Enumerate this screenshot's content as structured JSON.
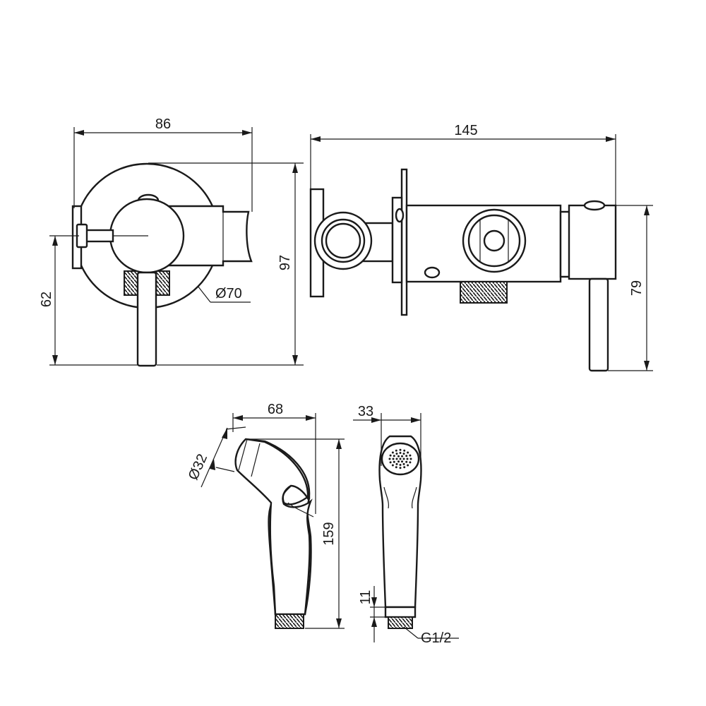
{
  "dimensions": {
    "front_width": "86",
    "front_height": "97",
    "front_lever_height": "62",
    "front_flange_diameter": "Ø70",
    "side_length": "145",
    "side_height": "79",
    "handset_length": "68",
    "handset_head_diameter": "Ø32",
    "handset_height": "159",
    "handset_front_width": "33",
    "thread_length": "11",
    "thread_size": "G1/2"
  },
  "colors": {
    "line": "#1a1a1a",
    "thread_fill": "#2a2a2a",
    "background": "#ffffff"
  }
}
